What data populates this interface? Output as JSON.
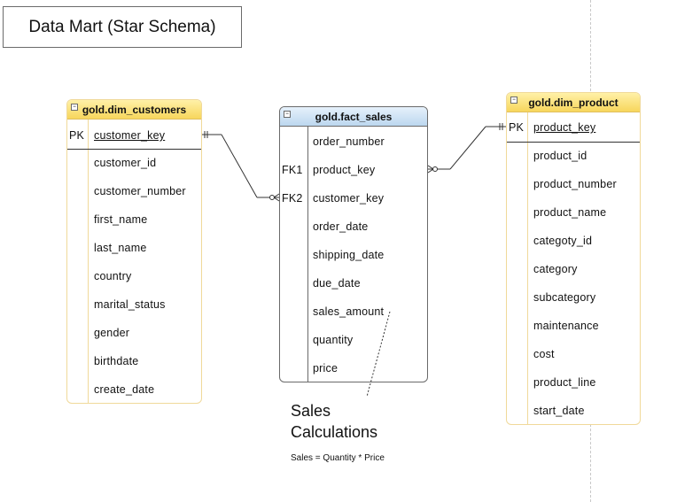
{
  "title": "Data Mart (Star Schema)",
  "entities": {
    "dim_customers": {
      "name": "gold.dim_customers",
      "pk_label": "PK",
      "pk_field": "customer_key",
      "fields": [
        "customer_id",
        "customer_number",
        "first_name",
        "last_name",
        "country",
        "marital_status",
        "gender",
        "birthdate",
        "create_date"
      ]
    },
    "fact_sales": {
      "name": "gold.fact_sales",
      "fields": [
        "order_number",
        "product_key",
        "customer_key",
        "order_date",
        "shipping_date",
        "due_date",
        "sales_amount",
        "quantity",
        "price"
      ],
      "fk1_label": "FK1",
      "fk2_label": "FK2"
    },
    "dim_product": {
      "name": "gold.dim_product",
      "pk_label": "PK",
      "pk_field": "product_key",
      "fields": [
        "product_id",
        "product_number",
        "product_name",
        "categoty_id",
        "category",
        "subcategory",
        "maintenance",
        "cost",
        "product_line",
        "start_date"
      ]
    }
  },
  "note": {
    "title_line1": "Sales",
    "title_line2": "Calculations",
    "formula": "Sales = Quantity * Price"
  }
}
